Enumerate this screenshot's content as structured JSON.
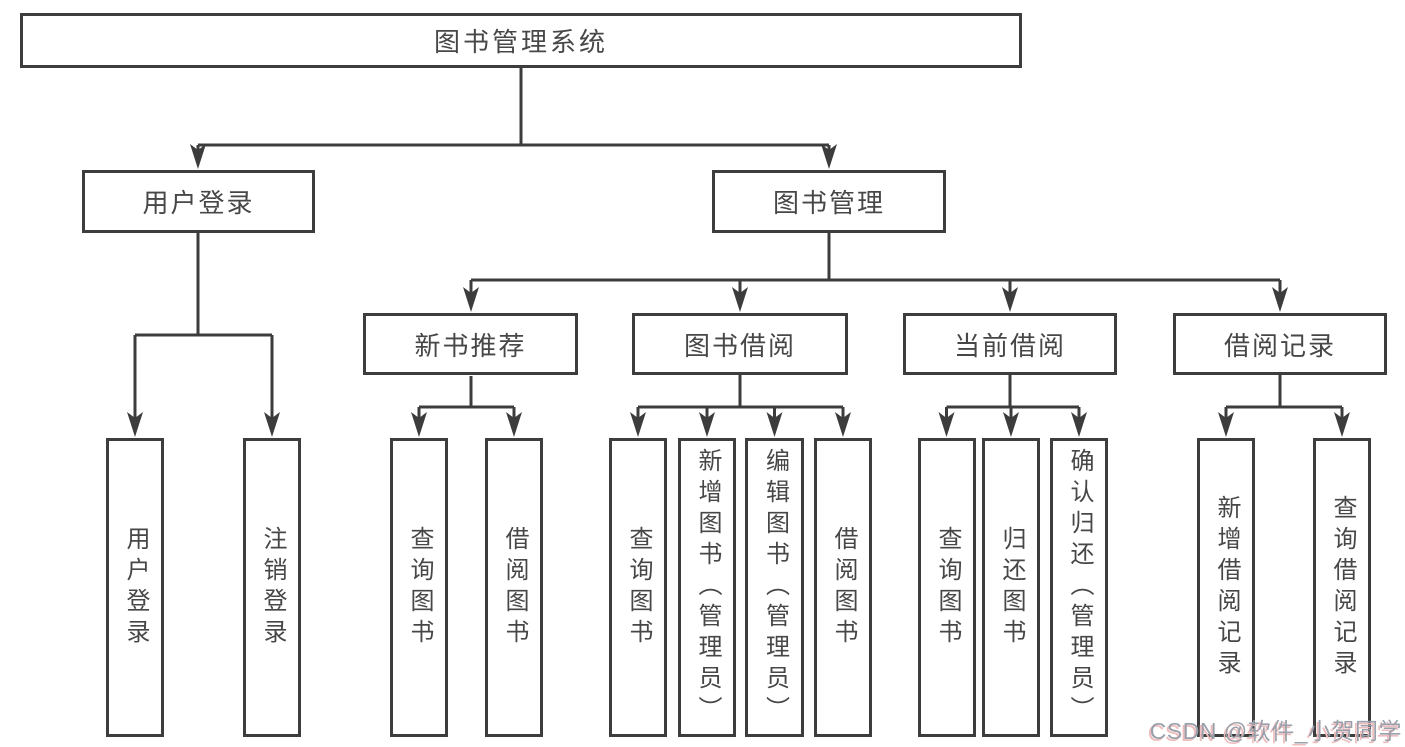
{
  "tree": {
    "label": "图书管理系统",
    "children": [
      {
        "label": "用户登录",
        "children": [
          {
            "label": "用户登录"
          },
          {
            "label": "注销登录"
          }
        ]
      },
      {
        "label": "图书管理",
        "children": [
          {
            "label": "新书推荐",
            "children": [
              {
                "label": "查询图书"
              },
              {
                "label": "借阅图书"
              }
            ]
          },
          {
            "label": "图书借阅",
            "children": [
              {
                "label": "查询图书"
              },
              {
                "label": "新增图书（管理员）"
              },
              {
                "label": "编辑图书（管理员）"
              },
              {
                "label": "借阅图书"
              }
            ]
          },
          {
            "label": "当前借阅",
            "children": [
              {
                "label": "查询图书"
              },
              {
                "label": "归还图书"
              },
              {
                "label": "确认归还（管理员）"
              }
            ]
          },
          {
            "label": "借阅记录",
            "children": [
              {
                "label": "新增借阅记录"
              },
              {
                "label": "查询借阅记录"
              }
            ]
          }
        ]
      }
    ]
  },
  "watermark": "CSDN @软件_小贺同学",
  "colors": {
    "border": "#3d3d3d",
    "line": "#3c3c3c",
    "text": "#474747",
    "background": "#ffffff",
    "watermark_text": "#9aa0ab",
    "watermark_shadow": "#eebcbc"
  }
}
